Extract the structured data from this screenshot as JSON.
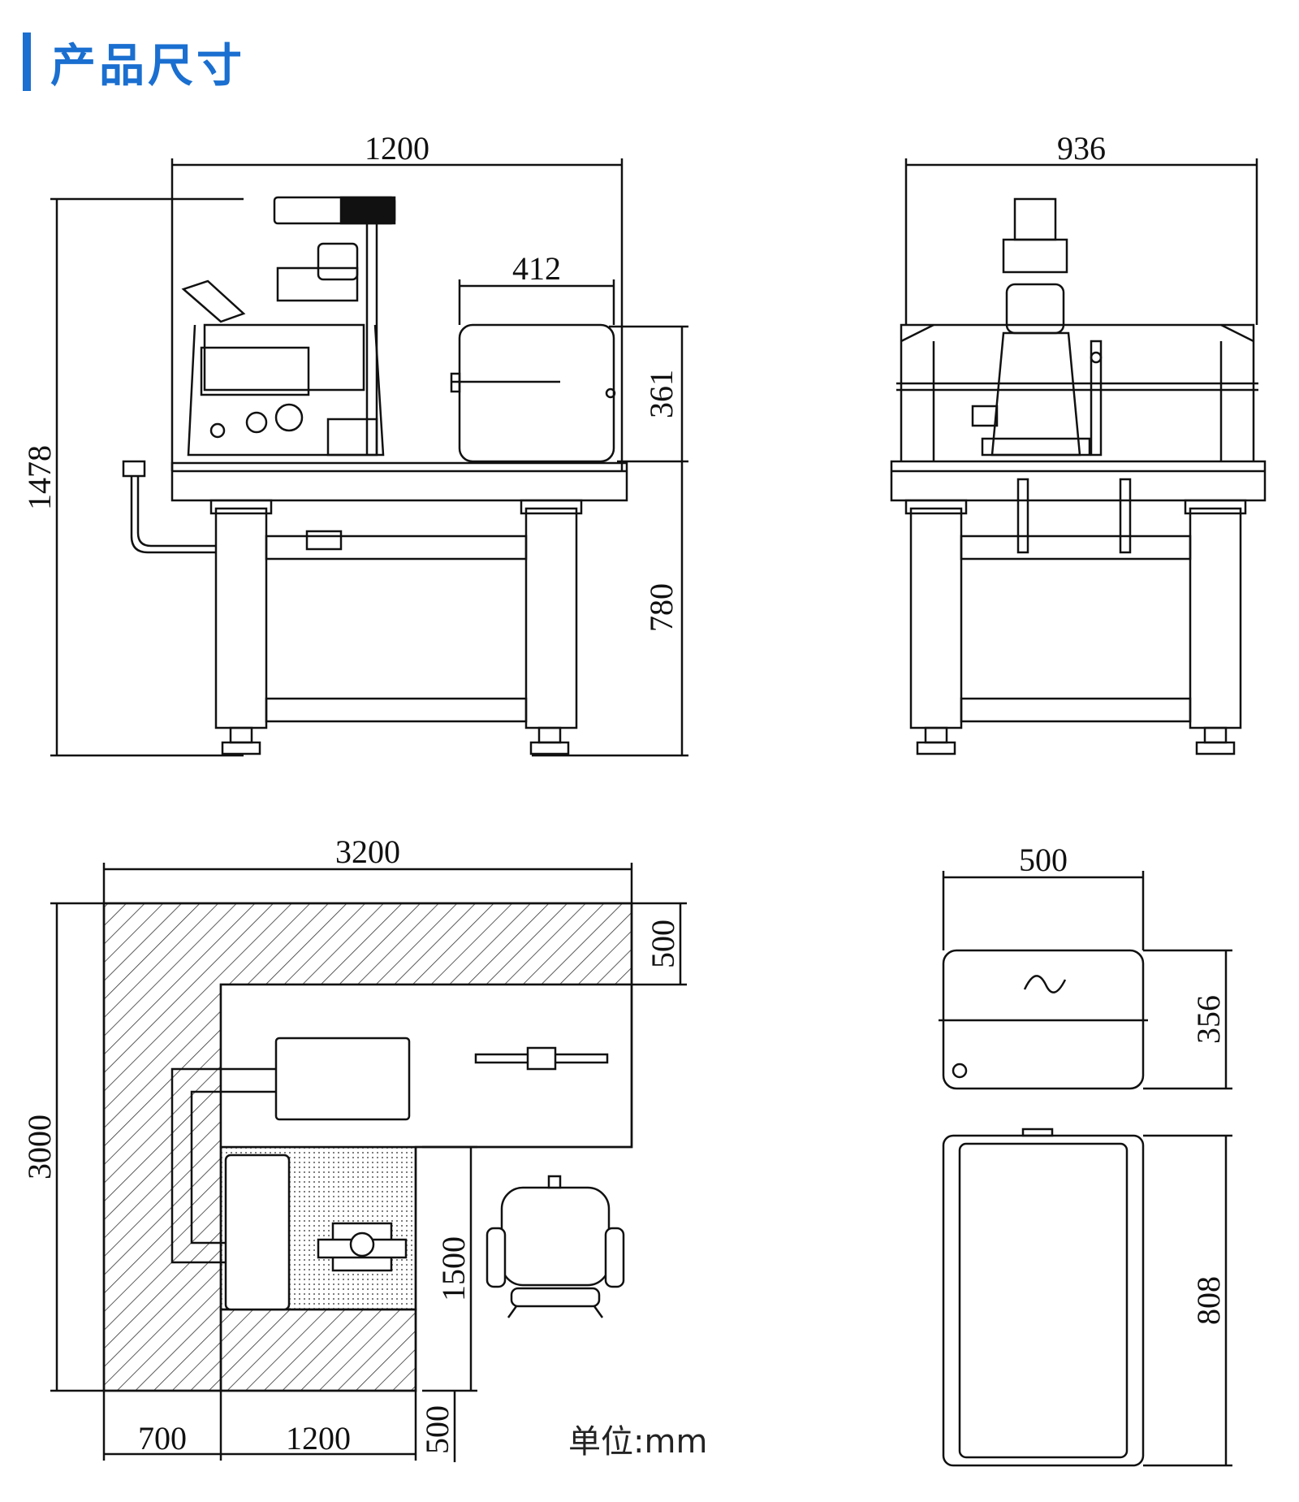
{
  "header": {
    "title": "产品尺寸"
  },
  "front_view": {
    "width": "1200",
    "box_width": "412",
    "box_height": "361",
    "table_height": "780",
    "total_height": "1478"
  },
  "side_view": {
    "width": "936"
  },
  "floor_plan": {
    "width": "3200",
    "depth": "3000",
    "top_band": "500",
    "table_depth": "1500",
    "left_width": "700",
    "table_width": "1200",
    "bottom_band": "500"
  },
  "unit_view": {
    "width": "500",
    "top_height": "356",
    "body_height": "808"
  },
  "unit_label": "单位:mm",
  "colors": {
    "accent": "#1a6fd0",
    "line": "#111111"
  }
}
